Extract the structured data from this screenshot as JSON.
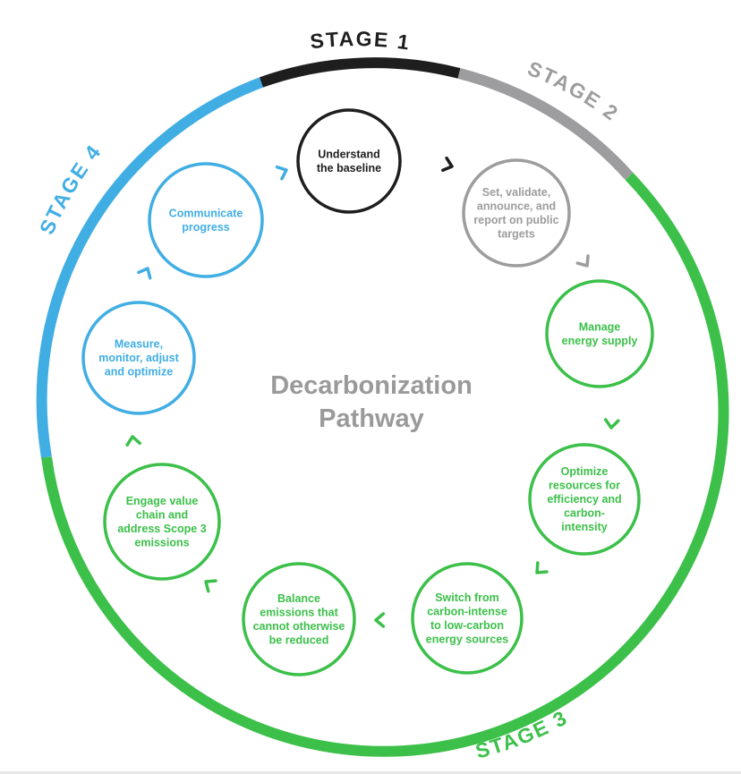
{
  "colors": {
    "stage1": "#1e1e1e",
    "stage2": "#9d9d9f",
    "stage3": "#3cc04a",
    "stage4": "#41aee3",
    "center_text": "#9a9a9a"
  },
  "stages": [
    {
      "label": "STAGE 1"
    },
    {
      "label": "STAGE 2"
    },
    {
      "label": "STAGE 3"
    },
    {
      "label": "STAGE 4"
    }
  ],
  "center": {
    "line1": "Decarbonization",
    "line2": "Pathway"
  },
  "steps": [
    {
      "stage": "stage1",
      "lines": [
        "Understand",
        "the baseline"
      ]
    },
    {
      "stage": "stage2",
      "lines": [
        "Set, validate,",
        "announce, and",
        "report on public",
        "targets"
      ]
    },
    {
      "stage": "stage3",
      "lines": [
        "Manage",
        "energy supply"
      ]
    },
    {
      "stage": "stage3",
      "lines": [
        "Optimize",
        "resources for",
        "efficiency and",
        "carbon-",
        "intensity"
      ]
    },
    {
      "stage": "stage3",
      "lines": [
        "Switch from",
        "carbon-intense",
        "to low-carbon",
        "energy sources"
      ]
    },
    {
      "stage": "stage3",
      "lines": [
        "Balance",
        "emissions that",
        "cannot otherwise",
        "be reduced"
      ]
    },
    {
      "stage": "stage3",
      "lines": [
        "Engage value",
        "chain and",
        "address Scope 3",
        "emissions"
      ]
    },
    {
      "stage": "stage4",
      "lines": [
        "Measure,",
        "monitor, adjust",
        "and optimize"
      ]
    },
    {
      "stage": "stage4",
      "lines": [
        "Communicate",
        "progress"
      ]
    }
  ]
}
